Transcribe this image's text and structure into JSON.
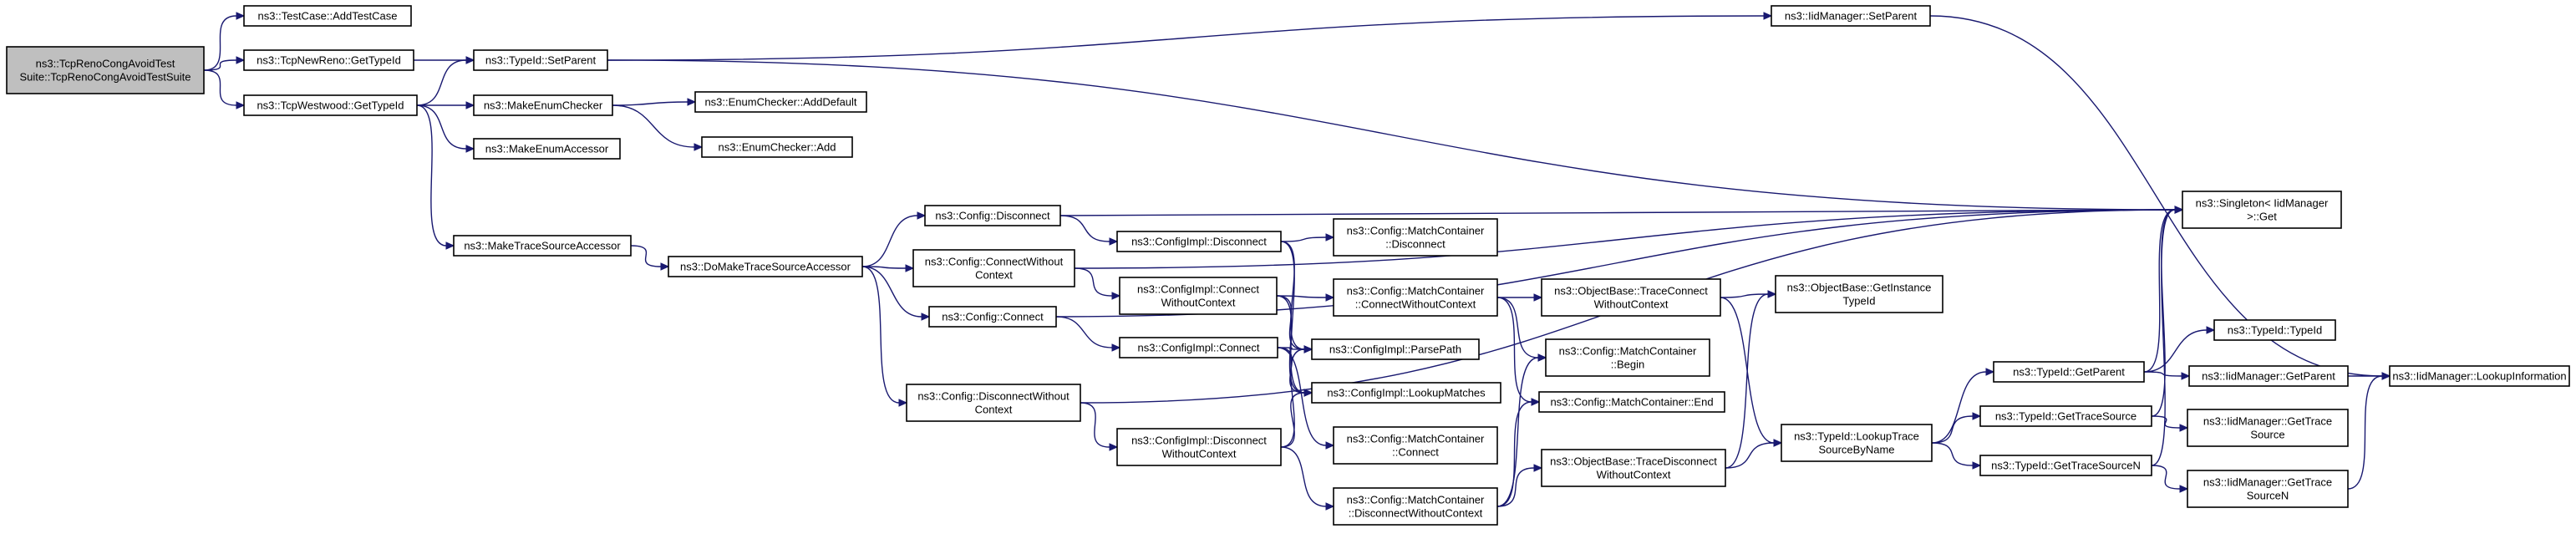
{
  "nodes": {
    "root": {
      "lines": [
        "ns3::TcpRenoCongAvoidTest",
        "Suite::TcpRenoCongAvoidTestSuite"
      ]
    },
    "addTestCase": {
      "lines": [
        "ns3::TestCase::AddTestCase"
      ]
    },
    "tcpNewRenoGetTypeId": {
      "lines": [
        "ns3::TcpNewReno::GetTypeId"
      ]
    },
    "tcpWestwoodGetTypeId": {
      "lines": [
        "ns3::TcpWestwood::GetTypeId"
      ]
    },
    "typeIdSetParent": {
      "lines": [
        "ns3::TypeId::SetParent"
      ]
    },
    "makeEnumChecker": {
      "lines": [
        "ns3::MakeEnumChecker"
      ]
    },
    "makeEnumAccessor": {
      "lines": [
        "ns3::MakeEnumAccessor"
      ]
    },
    "makeTraceSourceAccessor": {
      "lines": [
        "ns3::MakeTraceSourceAccessor"
      ]
    },
    "enumCheckerAddDefault": {
      "lines": [
        "ns3::EnumChecker::AddDefault"
      ]
    },
    "enumCheckerAdd": {
      "lines": [
        "ns3::EnumChecker::Add"
      ]
    },
    "iidManagerSetParent": {
      "lines": [
        "ns3::IidManager::SetParent"
      ]
    },
    "doMakeTraceSourceAccessor": {
      "lines": [
        "ns3::DoMakeTraceSourceAccessor"
      ]
    },
    "configDisconnect": {
      "lines": [
        "ns3::Config::Disconnect"
      ]
    },
    "configConnectWithoutContext": {
      "lines": [
        "ns3::Config::ConnectWithout",
        "Context"
      ]
    },
    "configConnect": {
      "lines": [
        "ns3::Config::Connect"
      ]
    },
    "configDisconnectWithoutContext": {
      "lines": [
        "ns3::Config::DisconnectWithout",
        "Context"
      ]
    },
    "configImplDisconnect": {
      "lines": [
        "ns3::ConfigImpl::Disconnect"
      ]
    },
    "configImplConnectWithoutContext": {
      "lines": [
        "ns3::ConfigImpl::Connect",
        "WithoutContext"
      ]
    },
    "configImplConnect": {
      "lines": [
        "ns3::ConfigImpl::Connect"
      ]
    },
    "configImplDisconnectWithoutContext": {
      "lines": [
        "ns3::ConfigImpl::Disconnect",
        "WithoutContext"
      ]
    },
    "matchContainerDisconnect": {
      "lines": [
        "ns3::Config::MatchContainer",
        "::Disconnect"
      ]
    },
    "matchContainerConnectWithoutContext": {
      "lines": [
        "ns3::Config::MatchContainer",
        "::ConnectWithoutContext"
      ]
    },
    "configImplParsePath": {
      "lines": [
        "ns3::ConfigImpl::ParsePath"
      ]
    },
    "configImplLookupMatches": {
      "lines": [
        "ns3::ConfigImpl::LookupMatches"
      ]
    },
    "matchContainerConnect": {
      "lines": [
        "ns3::Config::MatchContainer",
        "::Connect"
      ]
    },
    "matchContainerDisconnectWithoutContext": {
      "lines": [
        "ns3::Config::MatchContainer",
        "::DisconnectWithoutContext"
      ]
    },
    "objectBaseTraceConnectWithoutContext": {
      "lines": [
        "ns3::ObjectBase::TraceConnect",
        "WithoutContext"
      ]
    },
    "matchContainerBegin": {
      "lines": [
        "ns3::Config::MatchContainer",
        "::Begin"
      ]
    },
    "matchContainerEnd": {
      "lines": [
        "ns3::Config::MatchContainer::End"
      ]
    },
    "objectBaseTraceDisconnectWithoutContext": {
      "lines": [
        "ns3::ObjectBase::TraceDisconnect",
        "WithoutContext"
      ]
    },
    "objectBaseGetInstanceTypeId": {
      "lines": [
        "ns3::ObjectBase::GetInstance",
        "TypeId"
      ]
    },
    "typeIdLookupTraceSourceByName": {
      "lines": [
        "ns3::TypeId::LookupTrace",
        "SourceByName"
      ]
    },
    "typeIdGetParent": {
      "lines": [
        "ns3::TypeId::GetParent"
      ]
    },
    "typeIdGetTraceSource": {
      "lines": [
        "ns3::TypeId::GetTraceSource"
      ]
    },
    "typeIdGetTraceSourceN": {
      "lines": [
        "ns3::TypeId::GetTraceSourceN"
      ]
    },
    "singletonGet": {
      "lines": [
        "ns3::Singleton< IidManager",
        " >::Get"
      ]
    },
    "typeIdTypeId": {
      "lines": [
        "ns3::TypeId::TypeId"
      ]
    },
    "iidManagerGetParent": {
      "lines": [
        "ns3::IidManager::GetParent"
      ]
    },
    "iidManagerGetTraceSource": {
      "lines": [
        "ns3::IidManager::GetTrace",
        "Source"
      ]
    },
    "iidManagerGetTraceSourceN": {
      "lines": [
        "ns3::IidManager::GetTrace",
        "SourceN"
      ]
    },
    "iidManagerLookupInformation": {
      "lines": [
        "ns3::IidManager::LookupInformation"
      ]
    }
  },
  "edges": [
    [
      "root",
      "addTestCase"
    ],
    [
      "root",
      "tcpNewRenoGetTypeId"
    ],
    [
      "root",
      "tcpWestwoodGetTypeId"
    ],
    [
      "tcpNewRenoGetTypeId",
      "typeIdSetParent"
    ],
    [
      "tcpWestwoodGetTypeId",
      "typeIdSetParent"
    ],
    [
      "tcpWestwoodGetTypeId",
      "makeEnumChecker"
    ],
    [
      "tcpWestwoodGetTypeId",
      "makeEnumAccessor"
    ],
    [
      "tcpWestwoodGetTypeId",
      "makeTraceSourceAccessor"
    ],
    [
      "makeEnumChecker",
      "enumCheckerAddDefault"
    ],
    [
      "makeEnumChecker",
      "enumCheckerAdd"
    ],
    [
      "typeIdSetParent",
      "iidManagerSetParent"
    ],
    [
      "typeIdSetParent",
      "singletonGet"
    ],
    [
      "iidManagerSetParent",
      "iidManagerLookupInformation"
    ],
    [
      "makeTraceSourceAccessor",
      "doMakeTraceSourceAccessor"
    ],
    [
      "doMakeTraceSourceAccessor",
      "configDisconnect"
    ],
    [
      "doMakeTraceSourceAccessor",
      "configConnectWithoutContext"
    ],
    [
      "doMakeTraceSourceAccessor",
      "configConnect"
    ],
    [
      "doMakeTraceSourceAccessor",
      "configDisconnectWithoutContext"
    ],
    [
      "configDisconnect",
      "configImplDisconnect"
    ],
    [
      "configDisconnect",
      "singletonGet"
    ],
    [
      "configConnectWithoutContext",
      "configImplConnectWithoutContext"
    ],
    [
      "configConnectWithoutContext",
      "singletonGet"
    ],
    [
      "configConnect",
      "configImplConnect"
    ],
    [
      "configConnect",
      "singletonGet"
    ],
    [
      "configDisconnectWithoutContext",
      "configImplDisconnectWithoutContext"
    ],
    [
      "configDisconnectWithoutContext",
      "singletonGet"
    ],
    [
      "configImplDisconnect",
      "matchContainerDisconnect"
    ],
    [
      "configImplDisconnect",
      "configImplParsePath"
    ],
    [
      "configImplDisconnect",
      "configImplLookupMatches"
    ],
    [
      "configImplConnectWithoutContext",
      "matchContainerConnectWithoutContext"
    ],
    [
      "configImplConnectWithoutContext",
      "configImplParsePath"
    ],
    [
      "configImplConnectWithoutContext",
      "configImplLookupMatches"
    ],
    [
      "configImplConnect",
      "configImplParsePath"
    ],
    [
      "configImplConnect",
      "configImplLookupMatches"
    ],
    [
      "configImplConnect",
      "matchContainerConnect"
    ],
    [
      "configImplDisconnectWithoutContext",
      "configImplParsePath"
    ],
    [
      "configImplDisconnectWithoutContext",
      "configImplLookupMatches"
    ],
    [
      "configImplDisconnectWithoutContext",
      "matchContainerDisconnectWithoutContext"
    ],
    [
      "matchContainerConnectWithoutContext",
      "objectBaseTraceConnectWithoutContext"
    ],
    [
      "matchContainerConnectWithoutContext",
      "matchContainerBegin"
    ],
    [
      "matchContainerConnectWithoutContext",
      "matchContainerEnd"
    ],
    [
      "matchContainerDisconnectWithoutContext",
      "matchContainerBegin"
    ],
    [
      "matchContainerDisconnectWithoutContext",
      "matchContainerEnd"
    ],
    [
      "matchContainerDisconnectWithoutContext",
      "objectBaseTraceDisconnectWithoutContext"
    ],
    [
      "objectBaseTraceConnectWithoutContext",
      "objectBaseGetInstanceTypeId"
    ],
    [
      "objectBaseTraceConnectWithoutContext",
      "typeIdLookupTraceSourceByName"
    ],
    [
      "objectBaseTraceDisconnectWithoutContext",
      "objectBaseGetInstanceTypeId"
    ],
    [
      "objectBaseTraceDisconnectWithoutContext",
      "typeIdLookupTraceSourceByName"
    ],
    [
      "typeIdLookupTraceSourceByName",
      "typeIdGetParent"
    ],
    [
      "typeIdLookupTraceSourceByName",
      "typeIdGetTraceSource"
    ],
    [
      "typeIdLookupTraceSourceByName",
      "typeIdGetTraceSourceN"
    ],
    [
      "typeIdGetParent",
      "singletonGet"
    ],
    [
      "typeIdGetParent",
      "typeIdTypeId"
    ],
    [
      "typeIdGetParent",
      "iidManagerGetParent"
    ],
    [
      "typeIdGetTraceSource",
      "singletonGet"
    ],
    [
      "typeIdGetTraceSource",
      "iidManagerGetTraceSource"
    ],
    [
      "typeIdGetTraceSourceN",
      "singletonGet"
    ],
    [
      "typeIdGetTraceSourceN",
      "iidManagerGetTraceSourceN"
    ],
    [
      "iidManagerGetParent",
      "iidManagerLookupInformation"
    ],
    [
      "iidManagerGetTraceSourceN",
      "iidManagerLookupInformation"
    ]
  ]
}
